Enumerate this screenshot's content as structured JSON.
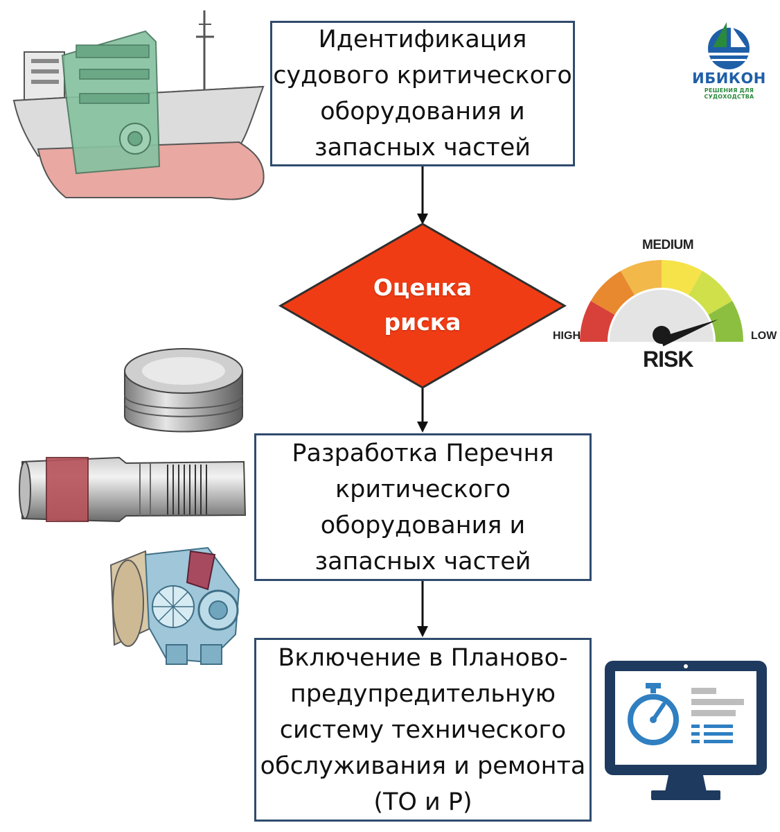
{
  "logo": {
    "name": "ИБИКОН",
    "tagline": "РЕШЕНИЯ ДЛЯ СУДОХОДСТВА",
    "colors": {
      "blue": "#1f5fa8",
      "green": "#2a8a3c"
    }
  },
  "flow": {
    "step1": {
      "lines": [
        "Идентификация",
        "судового критического",
        "оборудования и",
        "запасных частей"
      ]
    },
    "decision": {
      "lines": [
        "Оценка",
        "риска"
      ],
      "color": "#f03c14"
    },
    "step2": {
      "lines": [
        "Разработка Перечня",
        "критического",
        "оборудования и",
        "запасных частей"
      ]
    },
    "step3": {
      "lines": [
        "Включение в Планово-",
        "предупредительную",
        "систему технического",
        "обслуживания и ремонта",
        "(ТО и Р)"
      ]
    }
  },
  "gauge": {
    "title": "RISK",
    "labels": {
      "high": "HIGH",
      "medium": "MEDIUM",
      "low": "LOW"
    },
    "level": 0.88,
    "segment_colors": [
      "#d8413a",
      "#e8892f",
      "#f2b84a",
      "#f6e34a",
      "#cfe04a",
      "#8cbf3f"
    ]
  },
  "illustrations": {
    "ship": "ship-engine-illustration",
    "parts": [
      "piston-illustration",
      "cylinder-liner-illustration",
      "turbocharger-illustration"
    ],
    "monitor": "monitor-stopwatch-icon"
  }
}
